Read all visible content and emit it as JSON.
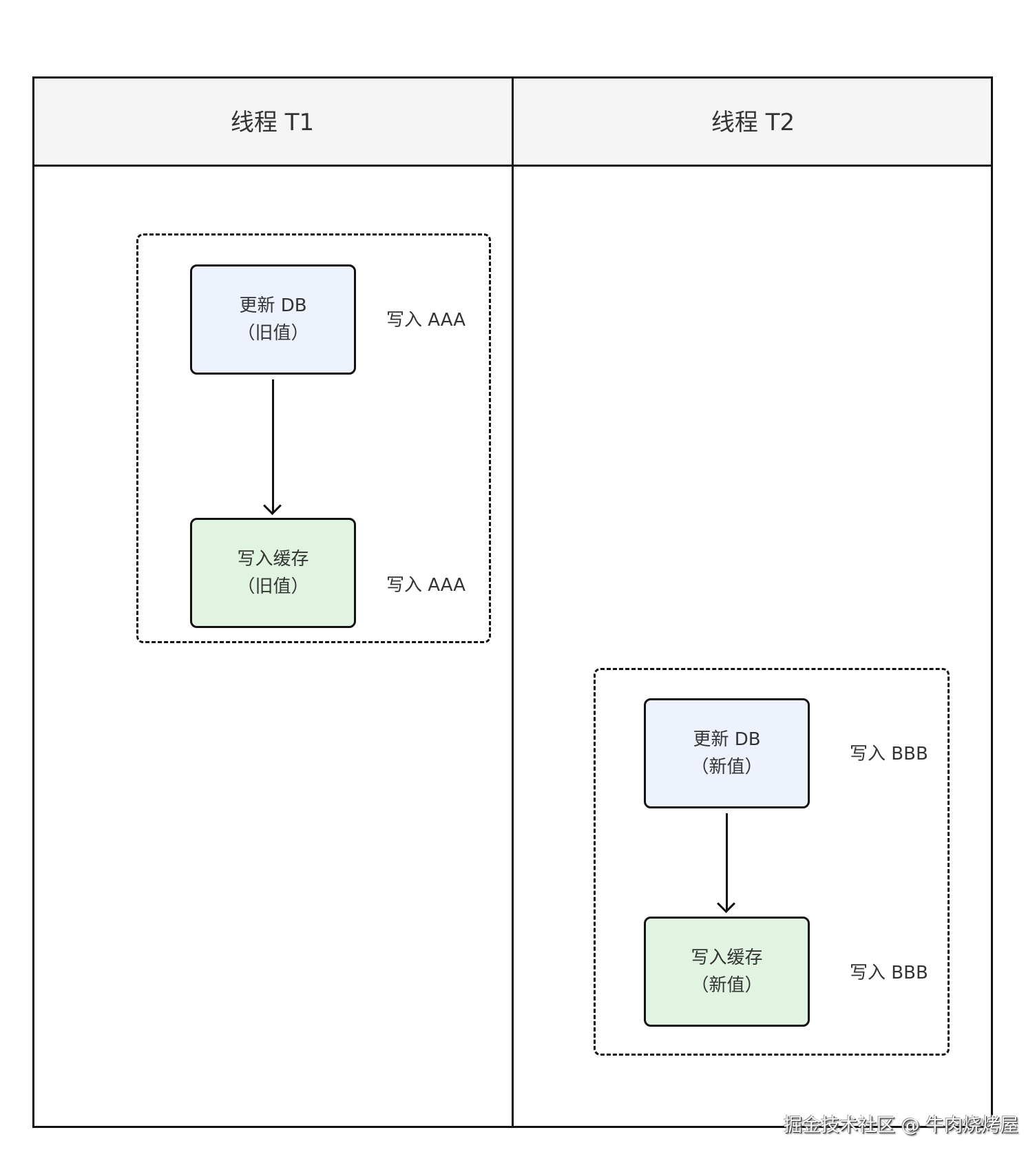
{
  "lanes": [
    {
      "title": "线程 T1",
      "steps": [
        {
          "line1": "更新 DB",
          "line2": "（旧值）",
          "note": "写入 AAA",
          "kind": "db"
        },
        {
          "line1": "写入缓存",
          "line2": "（旧值）",
          "note": "写入 AAA",
          "kind": "cache"
        }
      ]
    },
    {
      "title": "线程 T2",
      "steps": [
        {
          "line1": "更新 DB",
          "line2": "（新值）",
          "note": "写入 BBB",
          "kind": "db"
        },
        {
          "line1": "写入缓存",
          "line2": "（新值）",
          "note": "写入 BBB",
          "kind": "cache"
        }
      ]
    }
  ],
  "colors": {
    "db_fill": "#eef2fc",
    "cache_fill": "#e1f4e2",
    "header_fill": "#f5f5f5",
    "stroke": "#111111"
  },
  "watermark": "掘金技术社区 @ 牛肉烧烤屋"
}
